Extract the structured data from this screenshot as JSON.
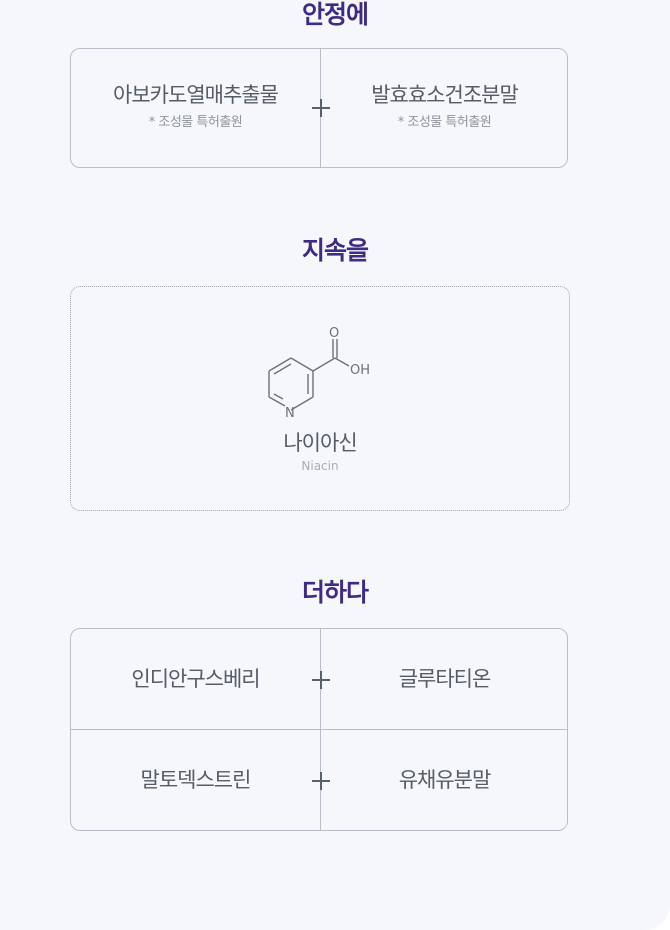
{
  "sections": {
    "stability": {
      "title": "안정에",
      "left": {
        "name": "아보카도열매추출물",
        "note": "* 조성물 특허출원"
      },
      "right": {
        "name": "발효효소건조분말",
        "note": "* 조성물 특허출원"
      }
    },
    "persistence": {
      "title": "지속을",
      "compound": {
        "name": "나이아신",
        "english": "Niacin"
      },
      "molecule_labels": {
        "oxygen": "O",
        "hydroxyl": "OH",
        "nitrogen": "N"
      }
    },
    "addition": {
      "title": "더하다",
      "rows": [
        {
          "left": "인디안구스베리",
          "right": "글루타티온"
        },
        {
          "left": "말토덱스트린",
          "right": "유채유분말"
        }
      ]
    }
  },
  "icons": {
    "plus": "plus-icon"
  },
  "colors": {
    "title": "#3f2b86",
    "text": "#555c66",
    "border": "#b9bfc8",
    "background": "#f5f7fa"
  }
}
